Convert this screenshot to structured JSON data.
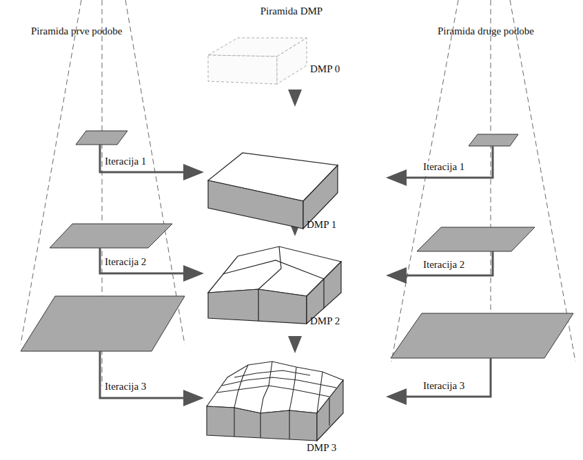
{
  "diagram": {
    "labels": [
      "Piramida DMP",
      "Piramida prve podobe",
      "Piramida druge podobe",
      "DMP 0",
      "Iteracija 1",
      "Iteracija 1",
      "DMP 1",
      "Iteracija 2",
      "Iteracija 2",
      "DMP 2",
      "Iteracija 3",
      "Iteracija 3",
      "DMP 3"
    ]
  }
}
